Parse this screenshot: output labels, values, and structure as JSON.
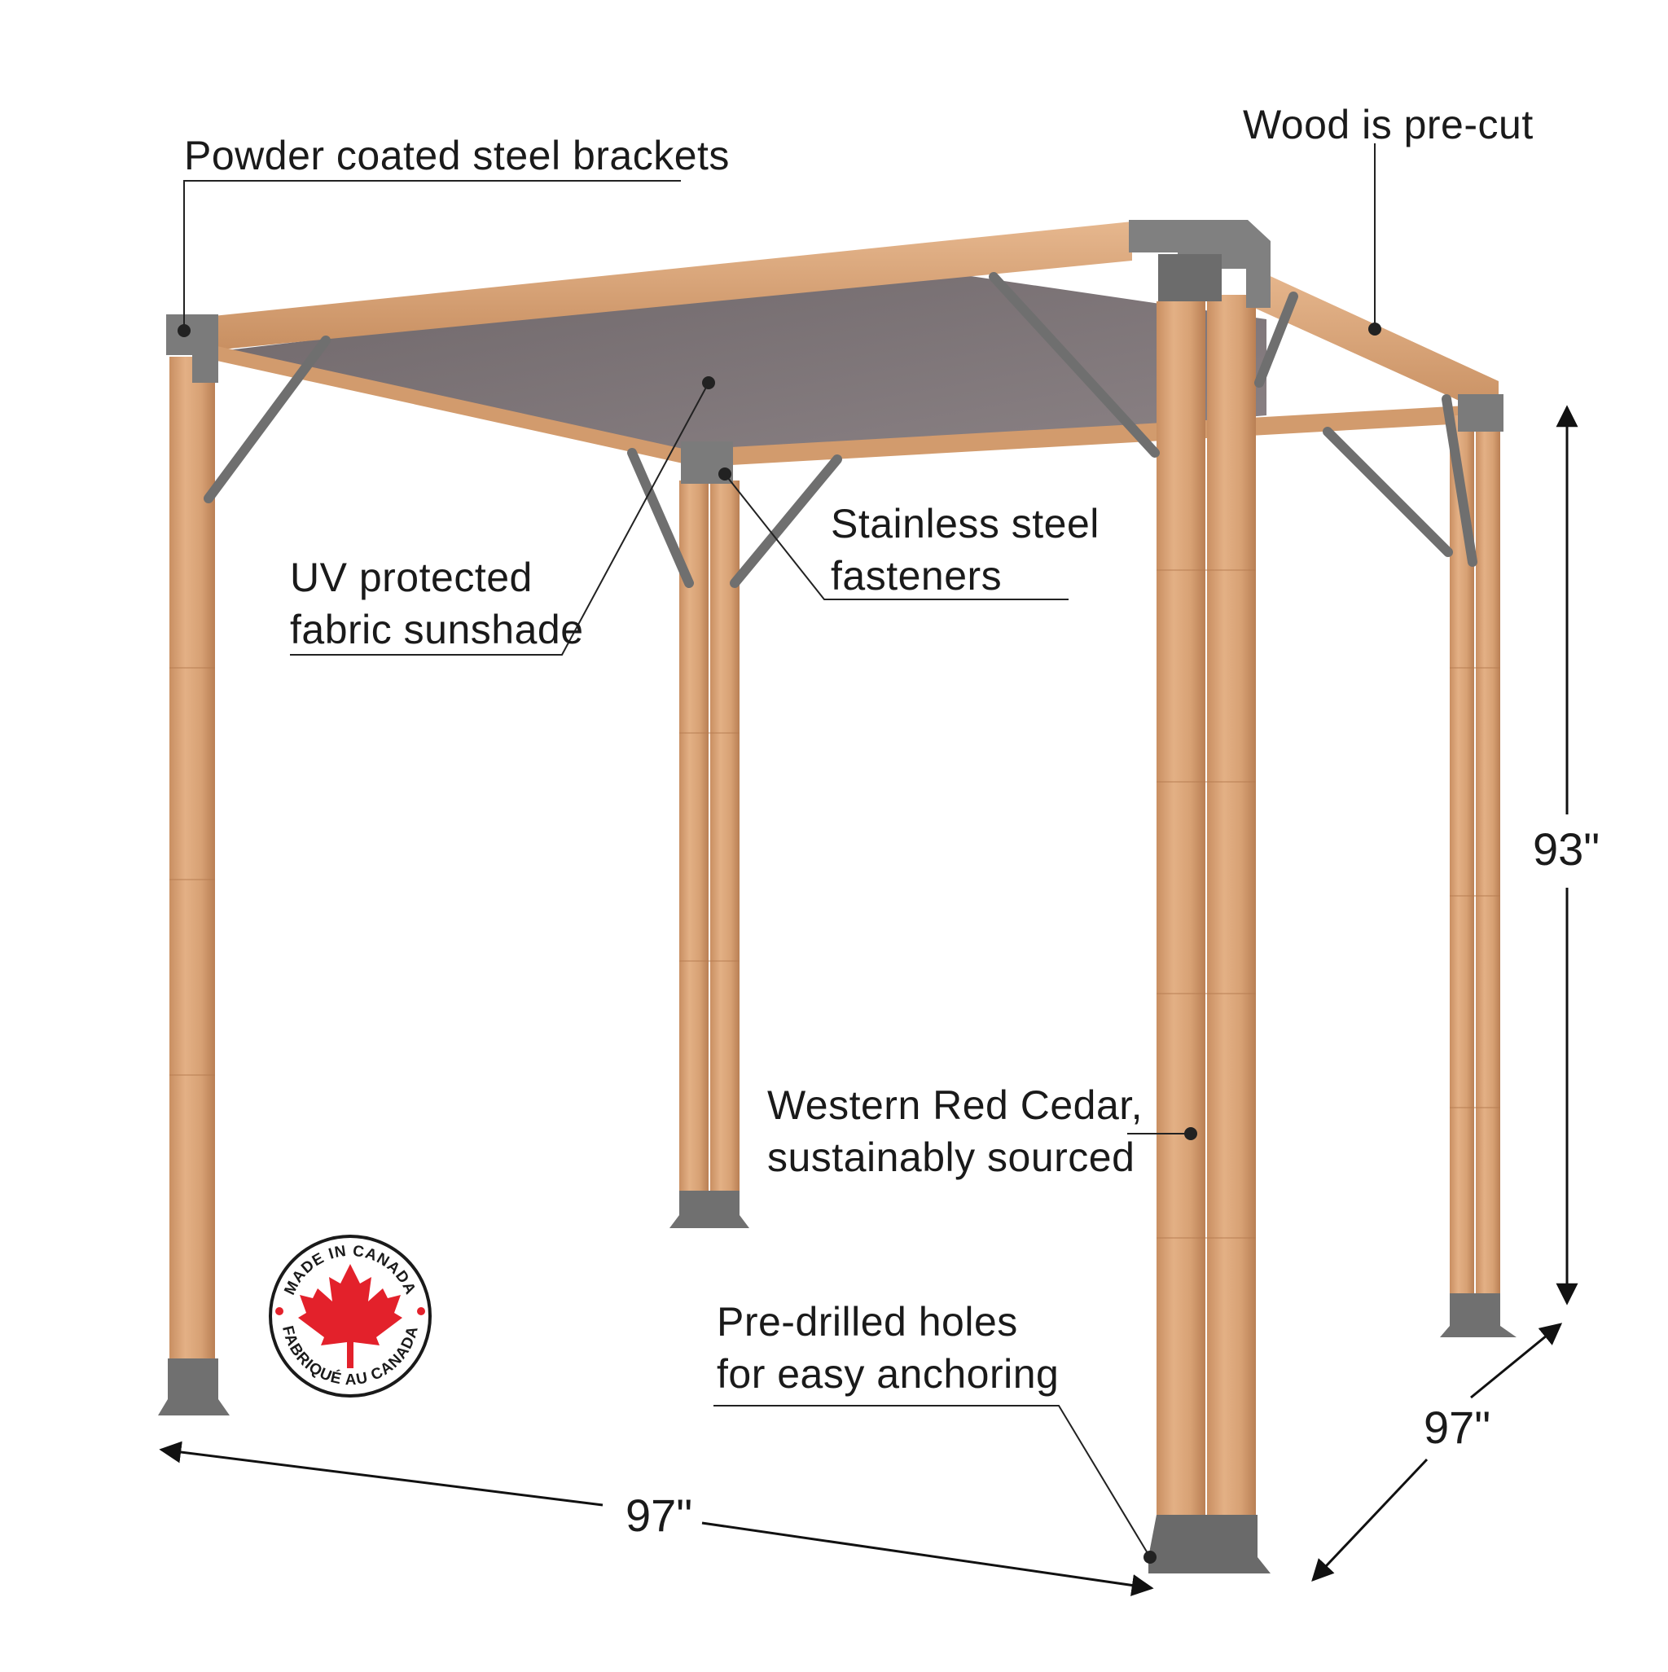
{
  "callouts": {
    "brackets": "Powder coated steel brackets",
    "precut": "Wood is pre-cut",
    "sunshade_line1": "UV protected",
    "sunshade_line2": "fabric sunshade",
    "fasteners_line1": "Stainless steel",
    "fasteners_line2": "fasteners",
    "cedar_line1": "Western Red Cedar,",
    "cedar_line2": "sustainably sourced",
    "holes_line1": "Pre-drilled holes",
    "holes_line2": "for easy anchoring"
  },
  "dimensions": {
    "height": "93\"",
    "depth": "97\"",
    "width": "97\""
  },
  "badge": {
    "top_text": "MADE IN CANADA",
    "bottom_text": "FABRIQUÉ AU CANADA"
  },
  "colors": {
    "cedar": "#d9a57a",
    "cedar_dark": "#c58d60",
    "steel": "#7b7b7b",
    "steel_dark": "#5e5e5e",
    "fabric": "#7f7679",
    "maple_leaf": "#e3212b"
  }
}
